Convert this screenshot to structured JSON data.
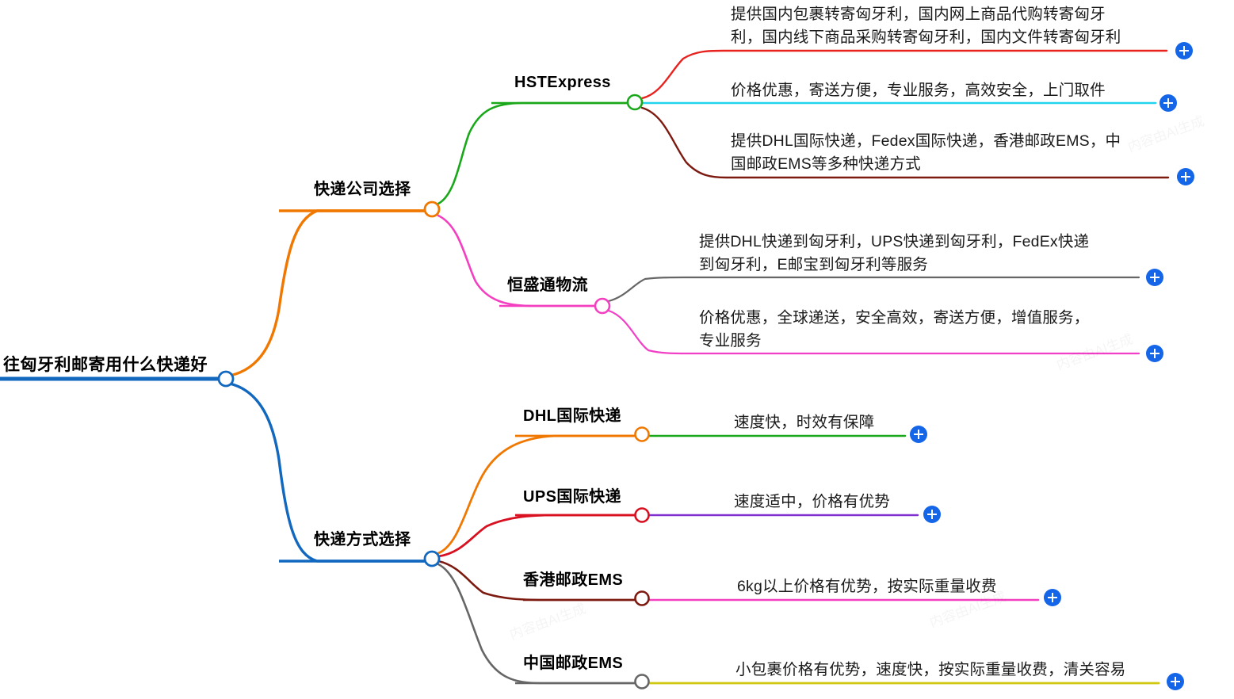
{
  "map": {
    "title": "往匈牙利邮寄用什么快递好",
    "background": "#ffffff",
    "expand_icon": "plus-icon"
  },
  "root": {
    "label": "往匈牙利邮寄用什么快递好",
    "color": "#1268bf"
  },
  "branches": [
    {
      "label": "快递公司选择",
      "color": "#f07800",
      "children": [
        {
          "label": "HSTExpress",
          "color": "#1aa81a",
          "leaves": [
            {
              "text": "提供国内包裹转寄匈牙利，国内网上商品代购转寄匈牙\n利，国内线下商品采购转寄匈牙利，国内文件转寄匈牙利",
              "color": "#e8231f"
            },
            {
              "text": "价格优惠，寄送方便，专业服务，高效安全，上门取件",
              "color": "#22d3ee"
            },
            {
              "text": "提供DHL国际快递，Fedex国际快递，香港邮政EMS，中\n国邮政EMS等多种快递方式",
              "color": "#7d1a10"
            }
          ]
        },
        {
          "label": "恒盛通物流",
          "color": "#f43fc0",
          "leaves": [
            {
              "text": "提供DHL快递到匈牙利，UPS快递到匈牙利，FedEx快递\n到匈牙利，E邮宝到匈牙利等服务",
              "color": "#666666"
            },
            {
              "text": "价格优惠，全球递送，安全高效，寄送方便，增值服务，\n专业服务",
              "color": "#f23fc7"
            }
          ]
        }
      ]
    },
    {
      "label": "快递方式选择",
      "color": "#1268bf",
      "children": [
        {
          "label": "DHL国际快递",
          "color": "#f07800",
          "leaves": [
            {
              "text": "速度快，时效有保障",
              "color": "#1aa81a"
            }
          ]
        },
        {
          "label": "UPS国际快递",
          "color": "#d81020",
          "leaves": [
            {
              "text": "速度适中，价格有优势",
              "color": "#8030d0"
            }
          ]
        },
        {
          "label": "香港邮政EMS",
          "color": "#7d1a10",
          "leaves": [
            {
              "text": "6kg以上价格有优势，按实际重量收费",
              "color": "#f43fc0"
            }
          ]
        },
        {
          "label": "中国邮政EMS",
          "color": "#666666",
          "leaves": [
            {
              "text": "小包裹价格有优势，速度快，按实际重量收费，清关容易",
              "color": "#cfc80f"
            }
          ]
        }
      ]
    }
  ],
  "leaf_labels": {
    "l1": "提供国内包裹转寄匈牙利，国内网上商品代购转寄匈牙",
    "l1b": "利，国内线下商品采购转寄匈牙利，国内文件转寄匈牙利",
    "l2": "价格优惠，寄送方便，专业服务，高效安全，上门取件",
    "l3": "提供DHL国际快递，Fedex国际快递，香港邮政EMS，中",
    "l3b": "国邮政EMS等多种快递方式",
    "l4": "提供DHL快递到匈牙利，UPS快递到匈牙利，FedEx快递",
    "l4b": "到匈牙利，E邮宝到匈牙利等服务",
    "l5": "价格优惠，全球递送，安全高效，寄送方便，增值服务，",
    "l5b": "专业服务",
    "l6": "速度快，时效有保障",
    "l7": "速度适中，价格有优势",
    "l8": "6kg以上价格有优势，按实际重量收费",
    "l9": "小包裹价格有优势，速度快，按实际重量收费，清关容易"
  },
  "node_labels": {
    "b1": "快递公司选择",
    "b2": "快递方式选择",
    "c1": "HSTExpress",
    "c2": "恒盛通物流",
    "c3": "DHL国际快递",
    "c4": "UPS国际快递",
    "c5": "香港邮政EMS",
    "c6": "中国邮政EMS"
  }
}
